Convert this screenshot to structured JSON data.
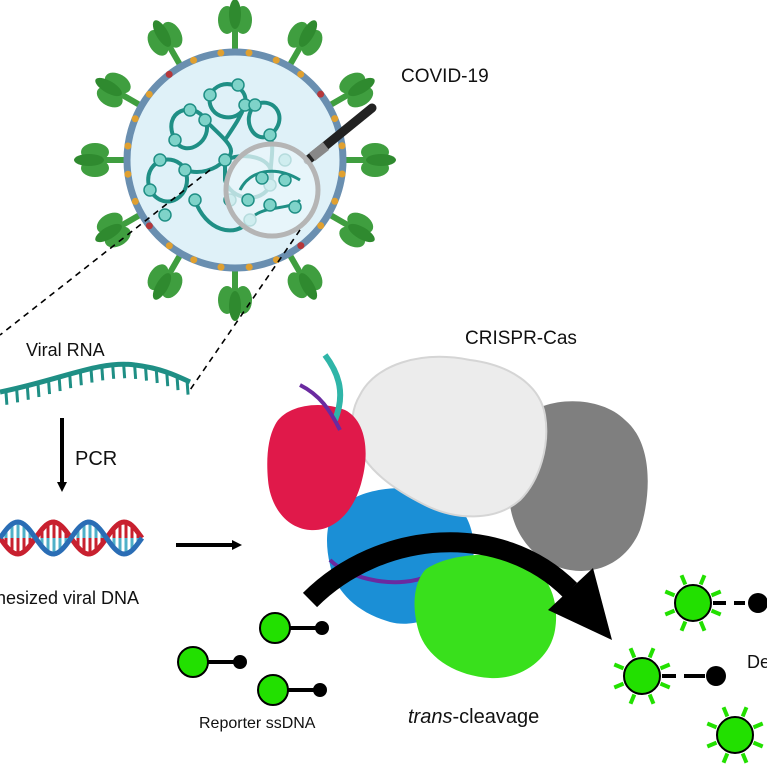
{
  "labels": {
    "covid": "COVID-19",
    "viral_rna": "Viral RNA",
    "pcr": "PCR",
    "synth_dna": "hesized viral DNA",
    "crispr": "CRISPR-Cas",
    "reporter": "Reporter ssDNA",
    "trans_italic": "trans",
    "trans_rest": "-cleavage",
    "detect": "De"
  },
  "colors": {
    "spike": "#3f9e3f",
    "membrane": "#6a8fb0",
    "virus_fill": "#dff1f8",
    "rna_strand": "#1f8f85",
    "rna_bead": "#7fd3c9",
    "dna_red": "#c8202f",
    "dna_blue": "#2a6db5",
    "protein_red": "#e0194a",
    "protein_white": "#ececec",
    "protein_grey": "#7f7f7f",
    "protein_blue": "#1b8fd6",
    "protein_green": "#39e01c",
    "reporter_green": "#22e000",
    "quencher": "#000000"
  },
  "icons": [
    "magnifier-icon",
    "arrow-down-icon",
    "arrow-right-icon",
    "curved-arrow-icon"
  ]
}
